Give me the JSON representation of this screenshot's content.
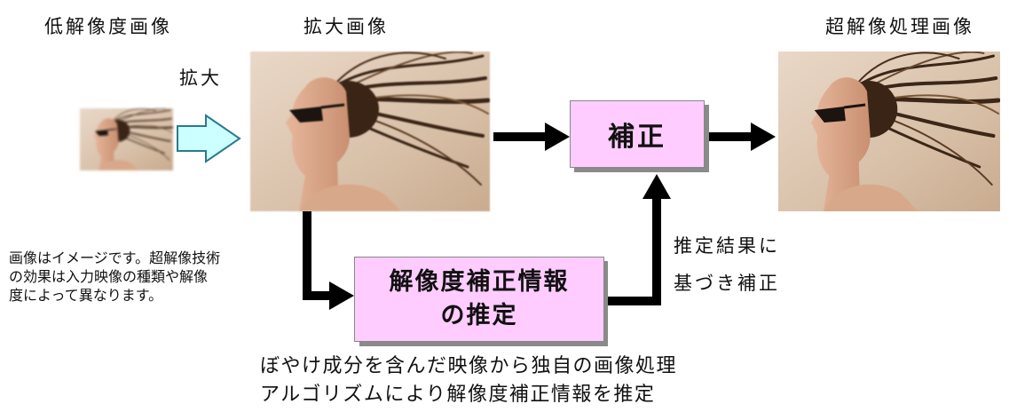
{
  "labels": {
    "low_res": "低解像度画像",
    "enlarged": "拡大画像",
    "super_res": "超解像処理画像",
    "enlarge_step": "拡大",
    "estimate_result": [
      "推定結果に",
      "基づき補正"
    ]
  },
  "boxes": {
    "correction": "補正",
    "estimation": [
      "解像度補正情報",
      "の推定"
    ]
  },
  "note_lines": [
    "画像はイメージです。超解像技術",
    "の効果は入力映像の種類や解像",
    "度によって異なります。"
  ],
  "caption_lines": [
    "ぼやけ成分を含んだ映像から独自の画像処理",
    "アルゴリズムにより解像度補正情報を推定"
  ],
  "colors": {
    "box_fill": "#ffccff",
    "box_shadow": "#8a8a8a",
    "enlarge_arrow_fill": "#ccffff",
    "flow_arrow": "#000000"
  },
  "images": {
    "low_res_alt": "woman-portrait-windblown-hair-small",
    "enlarged_alt": "woman-portrait-windblown-hair-enlarged",
    "super_res_alt": "woman-portrait-windblown-hair-sharpened"
  }
}
